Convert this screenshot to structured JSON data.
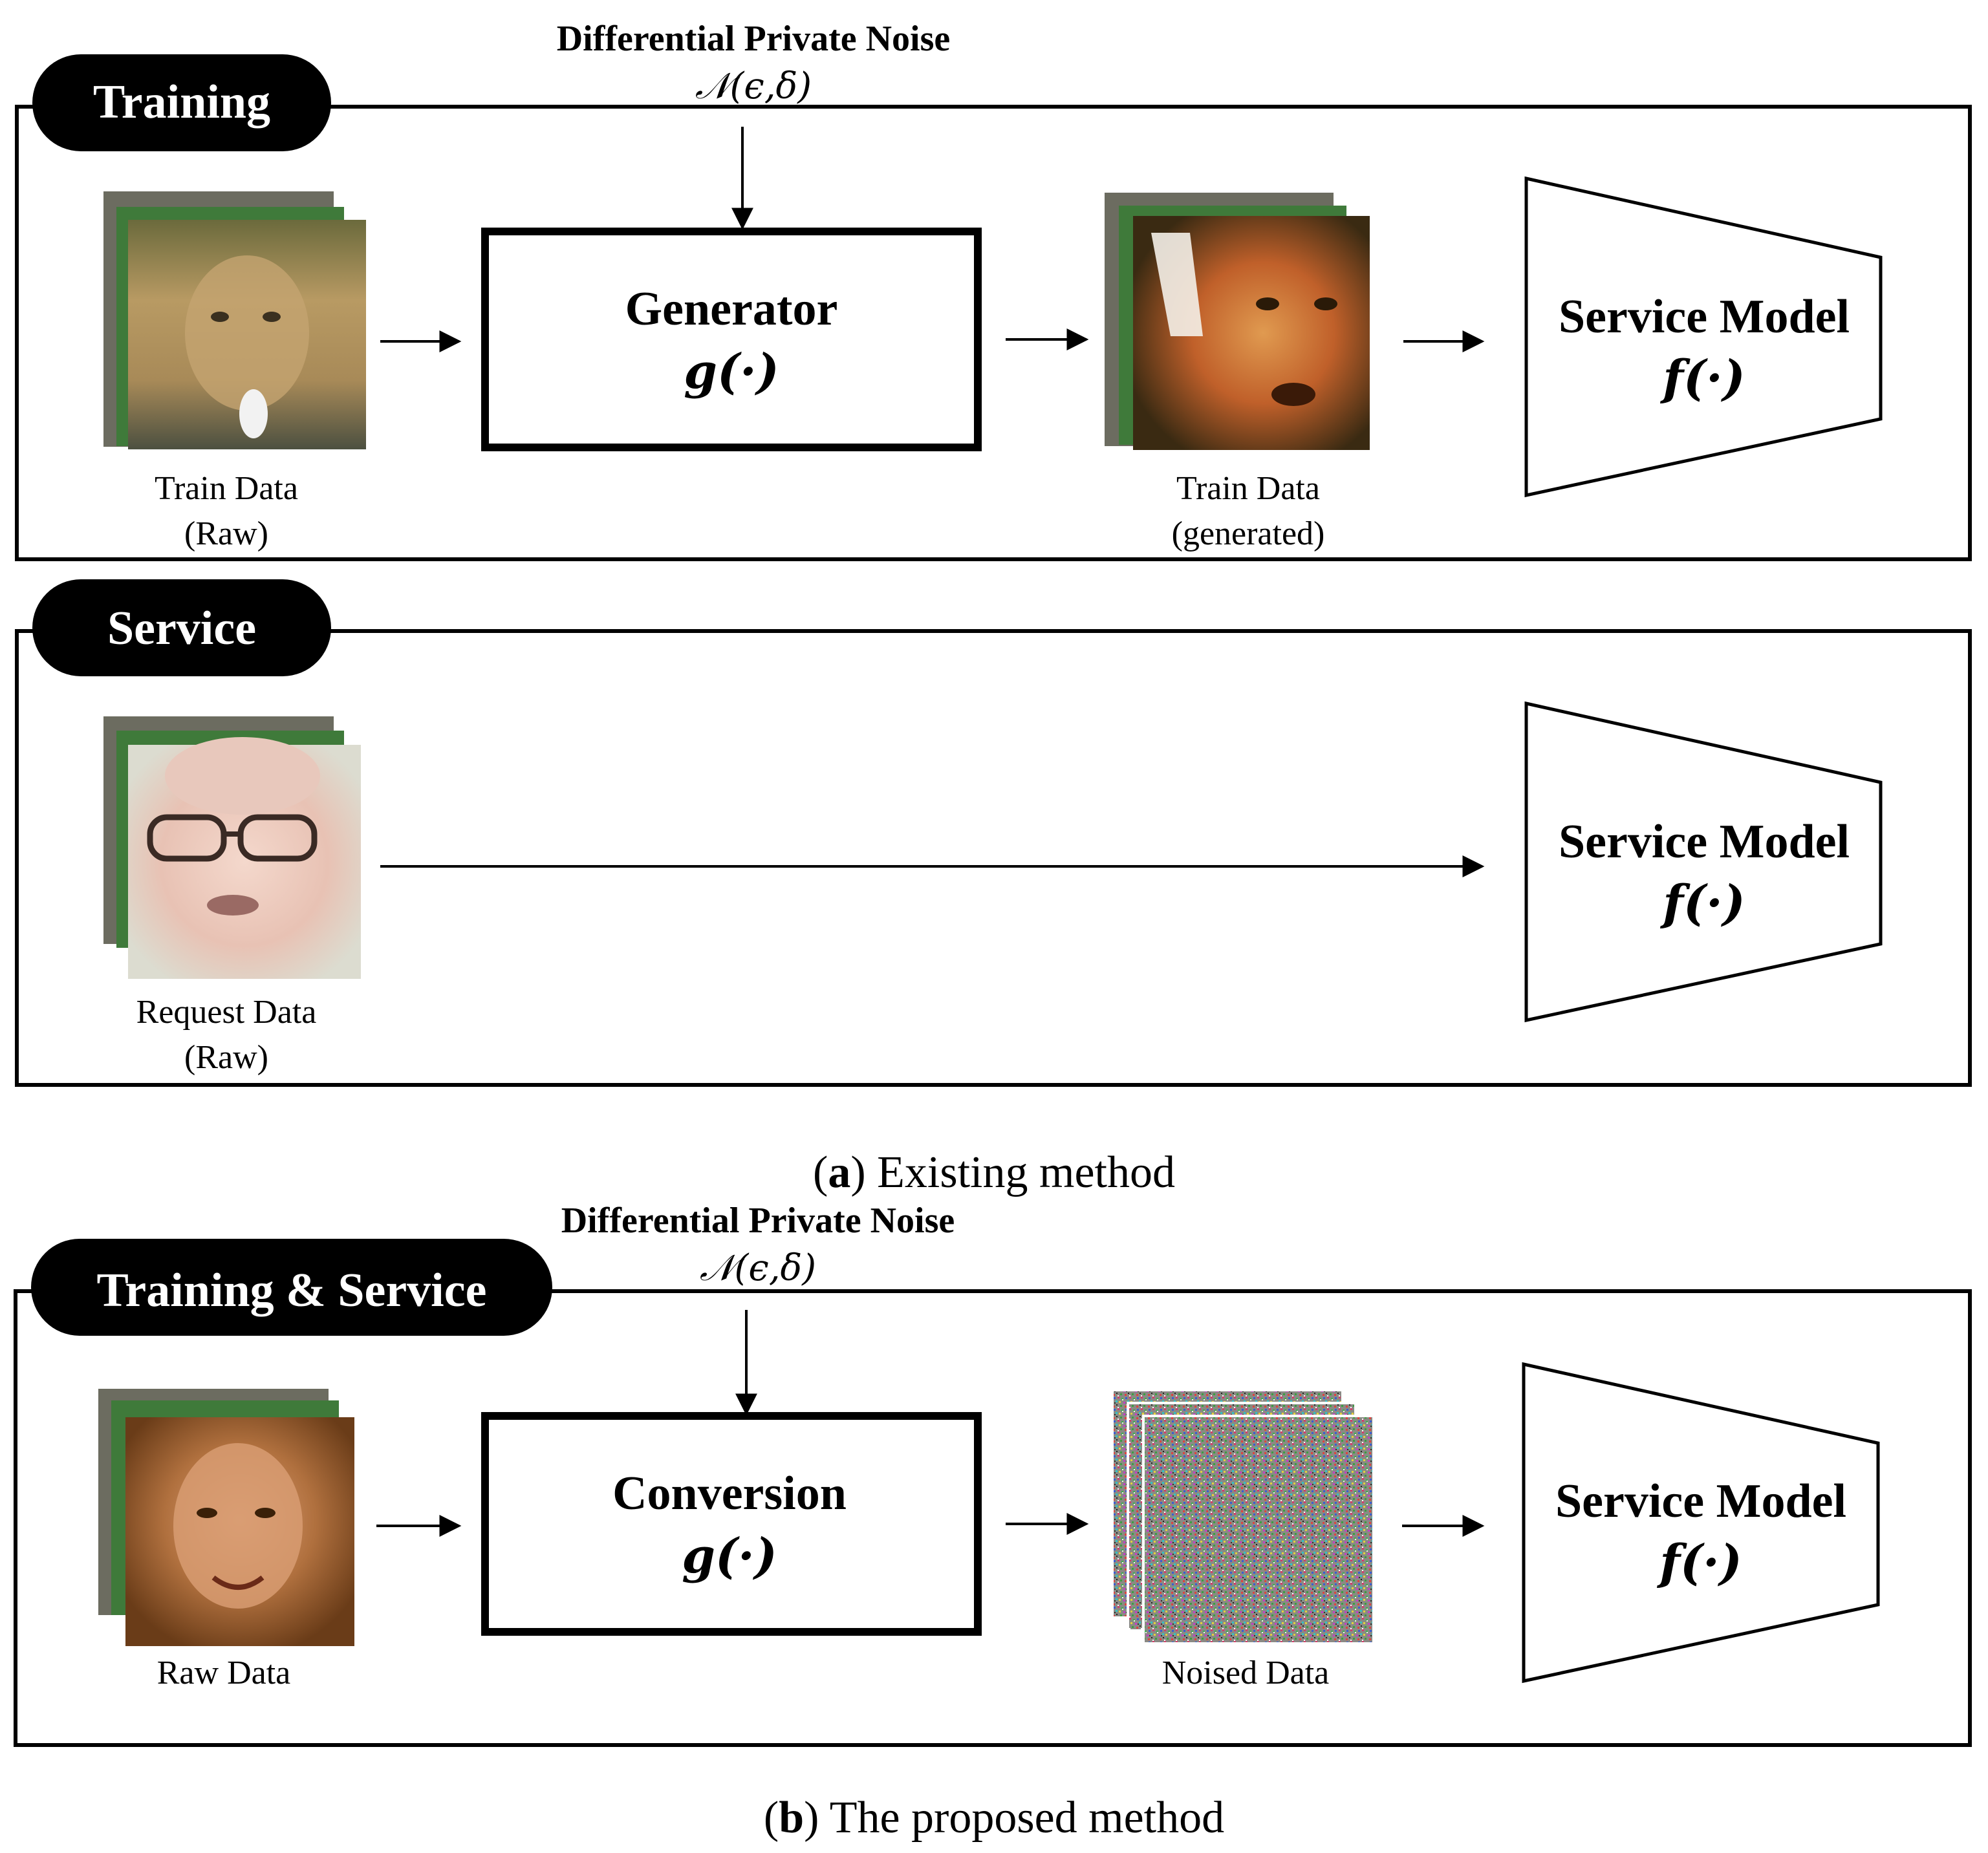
{
  "panel_a": {
    "caption_letter": "a",
    "caption_text": " Existing method",
    "training": {
      "label": "Training",
      "noise_title": "Differential Private Noise",
      "noise_symbol": "𝒩(ϵ,δ)",
      "input_label_line1": "Train Data",
      "input_label_line2": "(Raw)",
      "generator_title": "Generator",
      "generator_func": "g(·)",
      "output_label_line1": "Train Data",
      "output_label_line2": "(generated)",
      "model_title": "Service Model",
      "model_func": "f(·)"
    },
    "service": {
      "label": "Service",
      "input_label_line1": "Request Data",
      "input_label_line2": "(Raw)",
      "model_title": "Service Model",
      "model_func": "f(·)"
    }
  },
  "panel_b": {
    "caption_letter": "b",
    "caption_text": " The proposed method",
    "label": "Training & Service",
    "noise_title": "Differential Private Noise",
    "noise_symbol": "𝒩(ϵ,δ)",
    "input_label": "Raw Data",
    "conversion_title": "Conversion",
    "conversion_func": "g(·)",
    "output_label": "Noised Data",
    "model_title": "Service Model",
    "model_func": "f(·)"
  },
  "colors": {
    "line": "#000000",
    "pill": "#000000",
    "pill_text": "#ffffff",
    "photo_green": "#3f7a3a"
  }
}
